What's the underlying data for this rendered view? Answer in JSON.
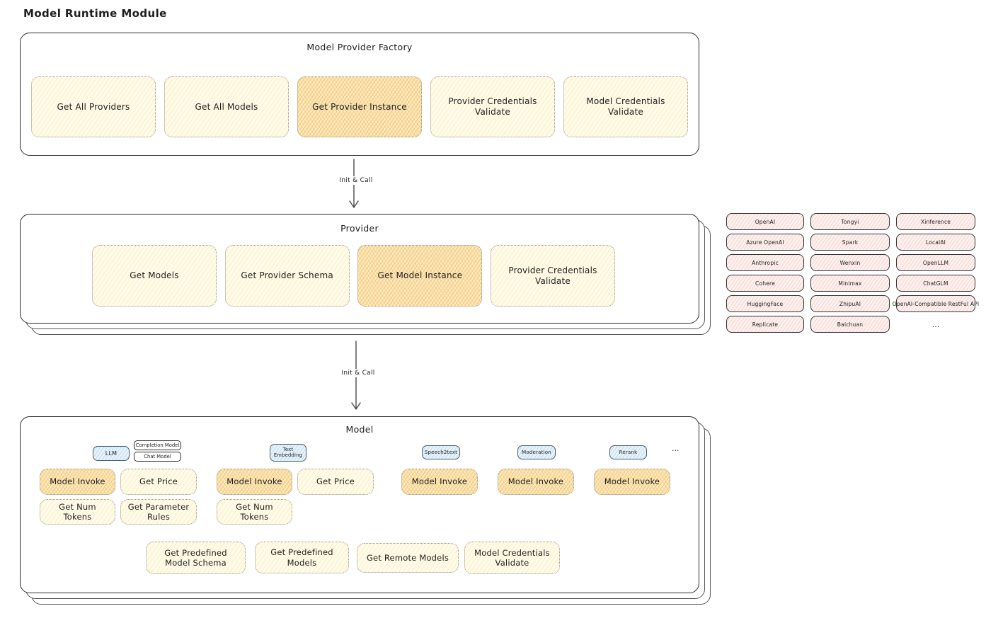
{
  "page_title": "Model Runtime Module",
  "colors": {
    "light_yellow": "#fffbe9",
    "highlight_orange": "#fbeac0",
    "hatch_orange": "#eea537",
    "provider_pink": "#fdf1ef",
    "type_blue": "#e7f2fa",
    "line_dark": "#2c2c2c"
  },
  "factory": {
    "title": "Model Provider Factory",
    "methods": [
      {
        "label": "Get All Providers",
        "variant": "light"
      },
      {
        "label": "Get All Models",
        "variant": "light"
      },
      {
        "label": "Get Provider Instance",
        "variant": "highlight"
      },
      {
        "label": "Provider Credentials Validate",
        "variant": "light"
      },
      {
        "label": "Model Credentials Validate",
        "variant": "light"
      }
    ]
  },
  "flow": {
    "arrow1_label": "Init & Call",
    "arrow2_label": "Init & Call"
  },
  "provider": {
    "title": "Provider",
    "methods": [
      {
        "label": "Get Models",
        "variant": "light"
      },
      {
        "label": "Get Provider Schema",
        "variant": "light"
      },
      {
        "label": "Get Model Instance",
        "variant": "highlight"
      },
      {
        "label": "Provider Credentials Validate",
        "variant": "light"
      }
    ]
  },
  "providers_panel": {
    "items": [
      "OpenAI",
      "Tongyi",
      "Xinference",
      "Azure OpenAI",
      "Spark",
      "LocalAI",
      "Anthropic",
      "Wenxin",
      "OpenLLM",
      "Cohere",
      "Minimax",
      "ChatGLM",
      "HuggingFace",
      "ZhipuAI",
      "OpenAI-Compatible RestFul API",
      "Replicate",
      "Baichuan"
    ],
    "more": "..."
  },
  "model": {
    "title": "Model",
    "type_chips": [
      {
        "label": "LLM",
        "style": "blue"
      },
      {
        "label": "Completion Model",
        "style": "white"
      },
      {
        "label": "Chat Model",
        "style": "white"
      },
      {
        "label": "Text Embedding",
        "style": "blue"
      },
      {
        "label": "Speech2text",
        "style": "blue"
      },
      {
        "label": "Moderation",
        "style": "blue"
      },
      {
        "label": "Rerank",
        "style": "blue"
      }
    ],
    "types_more": "...",
    "method_row1": [
      {
        "label": "Model Invoke",
        "variant": "highlight"
      },
      {
        "label": "Get Price",
        "variant": "light"
      },
      {
        "label": "Model Invoke",
        "variant": "highlight"
      },
      {
        "label": "Get Price",
        "variant": "light"
      },
      {
        "label": "Model Invoke",
        "variant": "highlight"
      },
      {
        "label": "Model Invoke",
        "variant": "highlight"
      },
      {
        "label": "Model Invoke",
        "variant": "highlight"
      }
    ],
    "method_row2": [
      {
        "label": "Get Num Tokens",
        "variant": "light"
      },
      {
        "label": "Get Parameter Rules",
        "variant": "light"
      },
      {
        "label": "Get Num Tokens",
        "variant": "light"
      }
    ],
    "method_row3": [
      {
        "label": "Get Predefined Model Schema",
        "variant": "light"
      },
      {
        "label": "Get Predefined Models",
        "variant": "light"
      },
      {
        "label": "Get Remote Models",
        "variant": "light"
      },
      {
        "label": "Model Credentials Validate",
        "variant": "light"
      }
    ]
  }
}
